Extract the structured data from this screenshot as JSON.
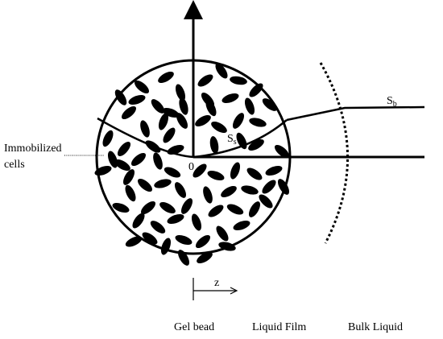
{
  "colors": {
    "ink": "#000000",
    "background": "#ffffff"
  },
  "labels": {
    "bulk_concentration": "S",
    "bulk_concentration_sub": "b",
    "surface_concentration": "S",
    "surface_concentration_sub": "s",
    "origin": "0",
    "immobilized_cells_line1": "Immobilized",
    "immobilized_cells_line2": "cells",
    "z_axis": "z",
    "region_gel_bead": "Gel bead",
    "region_liquid_film": "Liquid Film",
    "region_bulk_liquid": "Bulk Liquid"
  }
}
